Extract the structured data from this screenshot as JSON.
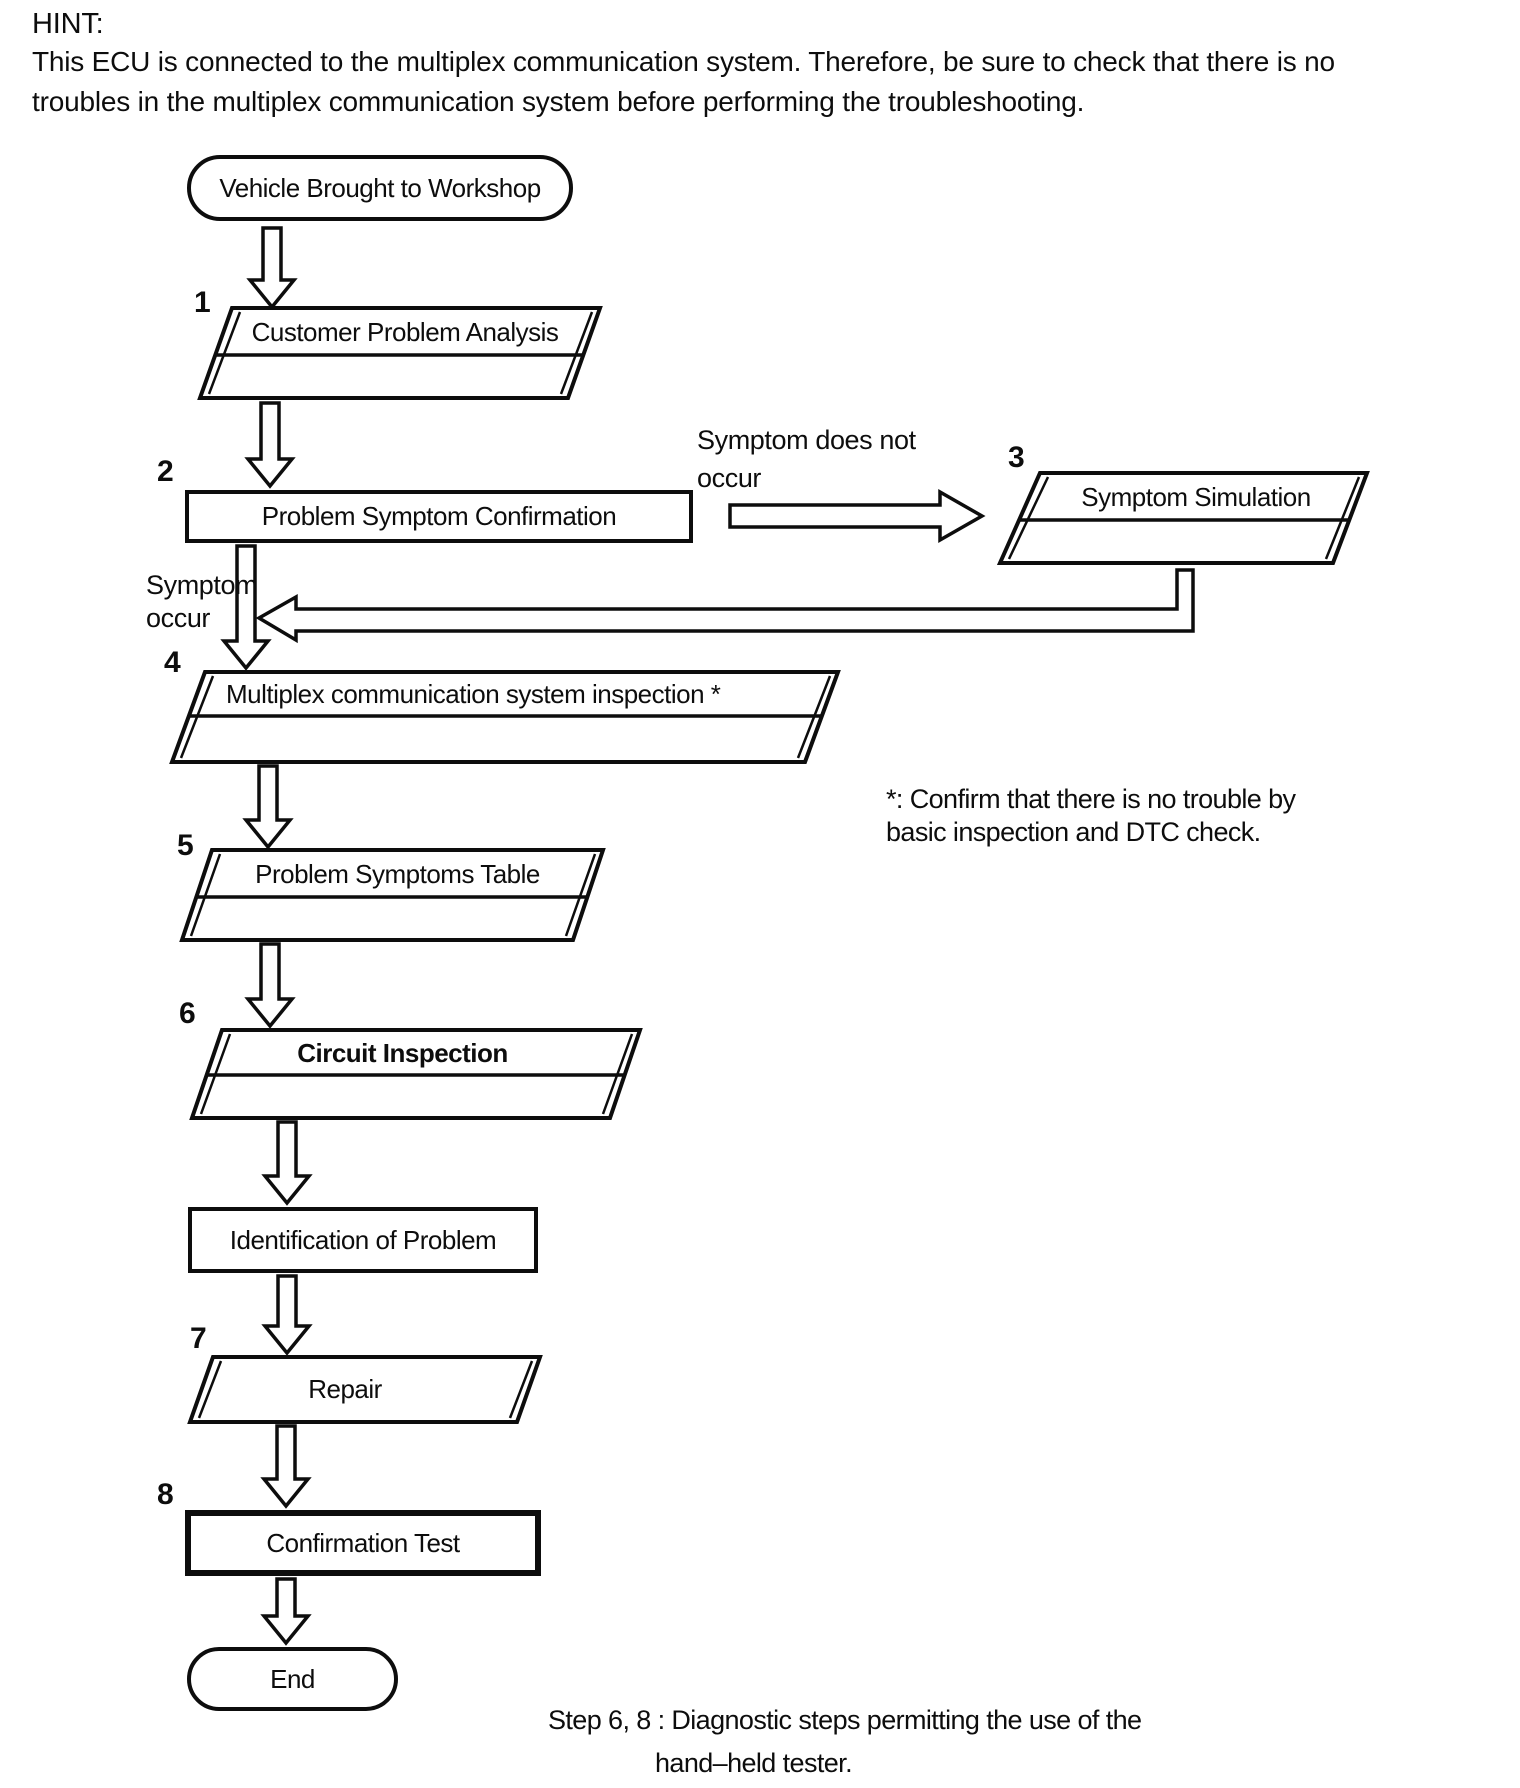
{
  "hint": {
    "title": "HINT:",
    "lines": [
      "This ECU is connected to the multiplex communication system. Therefore, be sure to check that there is no",
      "troubles in the multiplex communication system before performing the troubleshooting."
    ]
  },
  "flowchart": {
    "start_label": "Vehicle Brought to Workshop",
    "end_label": "End",
    "steps": [
      {
        "number": "1",
        "label": "Customer Problem Analysis"
      },
      {
        "number": "2",
        "label": "Problem Symptom Confirmation"
      },
      {
        "number": "3",
        "label": "Symptom Simulation"
      },
      {
        "number": "4",
        "label": "Multiplex communication system inspection *"
      },
      {
        "number": "5",
        "label": "Problem Symptoms Table"
      },
      {
        "number": "6",
        "label": "Circuit Inspection"
      },
      {
        "label": "Identification of Problem"
      },
      {
        "number": "7",
        "label": "Repair"
      },
      {
        "number": "8",
        "label": "Confirmation Test"
      }
    ],
    "branch": {
      "no_occur_line1": "Symptom does not",
      "no_occur_line2": "occur",
      "occur_line1": "Symptom",
      "occur_line2": "occur"
    },
    "footnote": {
      "line1": "*: Confirm that there is no trouble by",
      "line2": "basic inspection and DTC check."
    },
    "caption": {
      "line1": "Step 6, 8 : Diagnostic steps permitting the use of the",
      "line2": "hand–held tester."
    }
  }
}
